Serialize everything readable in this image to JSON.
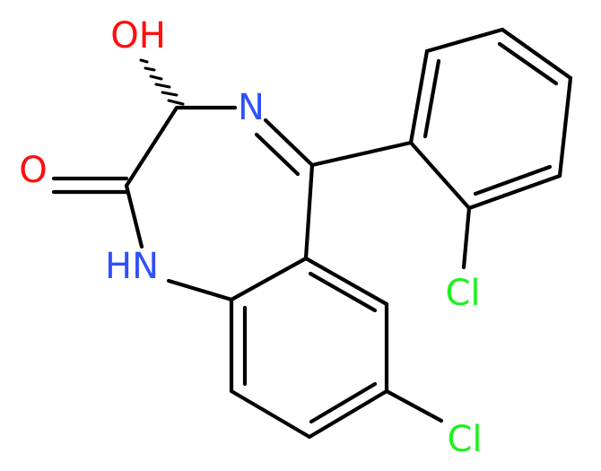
{
  "molecule": {
    "colors": {
      "bond": "#000000",
      "oxygen": "#ff0d0d",
      "nitrogen": "#3050f8",
      "chlorine": "#1ff01f",
      "background": "#ffffff"
    },
    "atoms": [
      {
        "id": "OH",
        "label": "OH",
        "element": "O"
      },
      {
        "id": "O",
        "label": "O",
        "element": "O"
      },
      {
        "id": "N4",
        "label": "N",
        "element": "N"
      },
      {
        "id": "N1",
        "label": "HN",
        "element": "N"
      },
      {
        "id": "Cl2",
        "label": "Cl",
        "element": "Cl"
      },
      {
        "id": "Cl7",
        "label": "Cl",
        "element": "Cl"
      }
    ]
  }
}
